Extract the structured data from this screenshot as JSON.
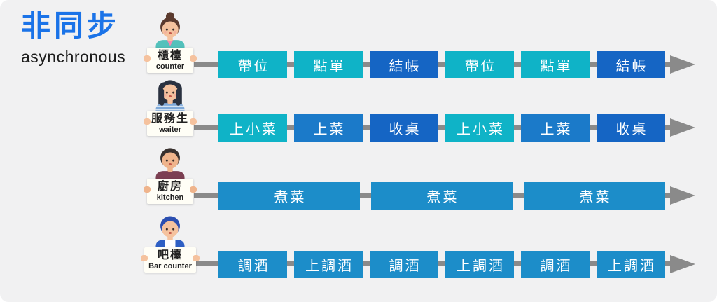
{
  "header": {
    "title": "非同步",
    "subtitle": "asynchronous"
  },
  "palette": {
    "background": "#F1F1F2",
    "title_blue": "#1A73E8",
    "timeline": "#8A8A8A",
    "teal": "#0FB3C7",
    "blue_dark": "#1565C4",
    "blue_mid": "#1B7AC9",
    "azure": "#1C8DC9",
    "sign_text": "#222222",
    "box_text": "#FFFFFF"
  },
  "rows": [
    {
      "id": "counter",
      "sign": {
        "zh": "櫃檯",
        "en": "counter"
      },
      "avatar": {
        "name": "counter-woman-avatar",
        "style": "bun",
        "hair": "#5B3A2E",
        "skin": "#F5C29E",
        "shirt": "#53C1BB",
        "accent": "#F28BB1"
      },
      "wide": false,
      "tasks": [
        {
          "label": "帶位",
          "color": "teal"
        },
        {
          "label": "點單",
          "color": "teal"
        },
        {
          "label": "結帳",
          "color": "blue_dark"
        },
        {
          "label": "帶位",
          "color": "teal"
        },
        {
          "label": "點單",
          "color": "teal"
        },
        {
          "label": "結帳",
          "color": "blue_dark"
        }
      ]
    },
    {
      "id": "waiter",
      "sign": {
        "zh": "服務生",
        "en": "waiter"
      },
      "avatar": {
        "name": "waiter-woman-avatar",
        "style": "long",
        "hair": "#2B3240",
        "skin": "#F5C29E",
        "shirt": "#7FA9D9",
        "accent": "#EAF2F9"
      },
      "wide": false,
      "tasks": [
        {
          "label": "上小菜",
          "color": "teal"
        },
        {
          "label": "上菜",
          "color": "blue_mid"
        },
        {
          "label": "收桌",
          "color": "blue_dark"
        },
        {
          "label": "上小菜",
          "color": "teal"
        },
        {
          "label": "上菜",
          "color": "blue_mid"
        },
        {
          "label": "收桌",
          "color": "blue_dark"
        }
      ]
    },
    {
      "id": "kitchen",
      "sign": {
        "zh": "廚房",
        "en": "kitchen"
      },
      "avatar": {
        "name": "kitchen-man-avatar",
        "style": "short",
        "hair": "#38302E",
        "skin": "#EFB48C",
        "shirt": "#7C3F52",
        "accent": "#6B3648"
      },
      "wide": true,
      "tasks": [
        {
          "label": "煮菜",
          "color": "azure"
        },
        {
          "label": "煮菜",
          "color": "azure"
        },
        {
          "label": "煮菜",
          "color": "azure"
        }
      ]
    },
    {
      "id": "bar",
      "sign": {
        "zh": "吧檯",
        "en": "Bar counter"
      },
      "avatar": {
        "name": "bar-man-avatar",
        "style": "shortblue",
        "hair": "#2B4EB0",
        "skin": "#F5C29E",
        "shirt": "#FFFFFF",
        "accent": "#2E5FC4"
      },
      "wide": false,
      "tasks": [
        {
          "label": "調酒",
          "color": "azure"
        },
        {
          "label": "上調酒",
          "color": "azure"
        },
        {
          "label": "調酒",
          "color": "azure"
        },
        {
          "label": "上調酒",
          "color": "azure"
        },
        {
          "label": "調酒",
          "color": "azure"
        },
        {
          "label": "上調酒",
          "color": "azure"
        }
      ]
    }
  ]
}
